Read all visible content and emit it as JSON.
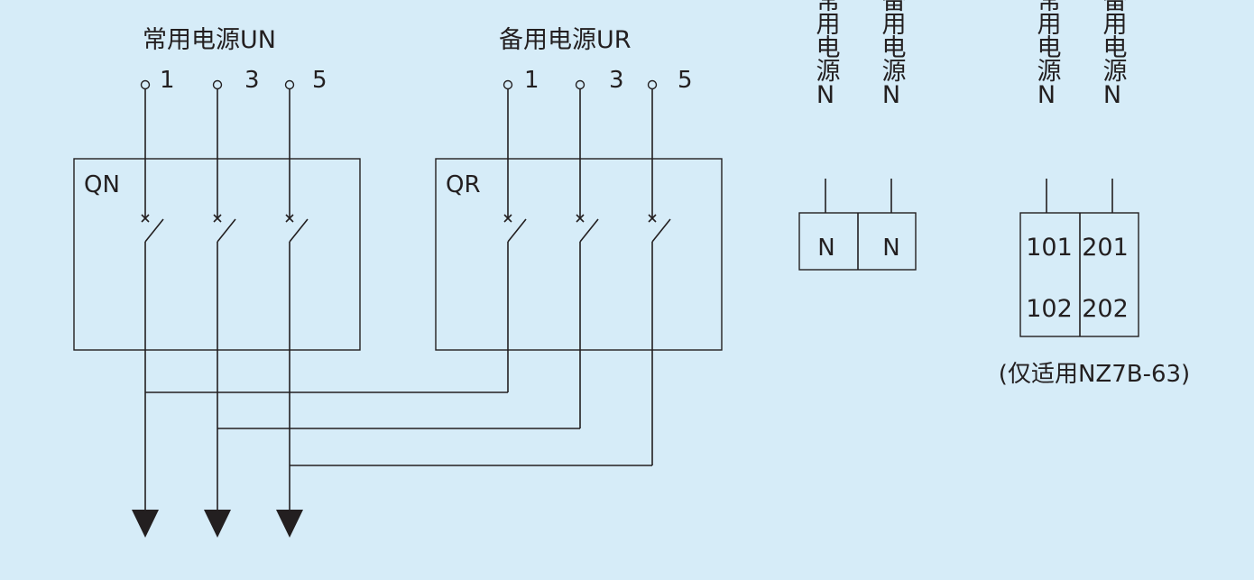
{
  "supply_normal": {
    "title": "常用电源UN",
    "terminals": [
      "1",
      "3",
      "5"
    ],
    "breaker_label": "QN"
  },
  "supply_reserve": {
    "title": "备用电源UR",
    "terminals": [
      "1",
      "3",
      "5"
    ],
    "breaker_label": "QR"
  },
  "neutral_block": {
    "label_normal": "常用电源N",
    "label_reserve": "备用电源N",
    "cells": [
      "N",
      "N"
    ]
  },
  "aux_block": {
    "label_normal": "常用电源N",
    "label_reserve": "备用电源N",
    "left_cells": [
      "101",
      "102"
    ],
    "right_cells": [
      "201",
      "202"
    ],
    "note": "(仅适用NZ7B-63)"
  },
  "colors": {
    "background": "#d6ecf8",
    "ink": "#231f20"
  }
}
